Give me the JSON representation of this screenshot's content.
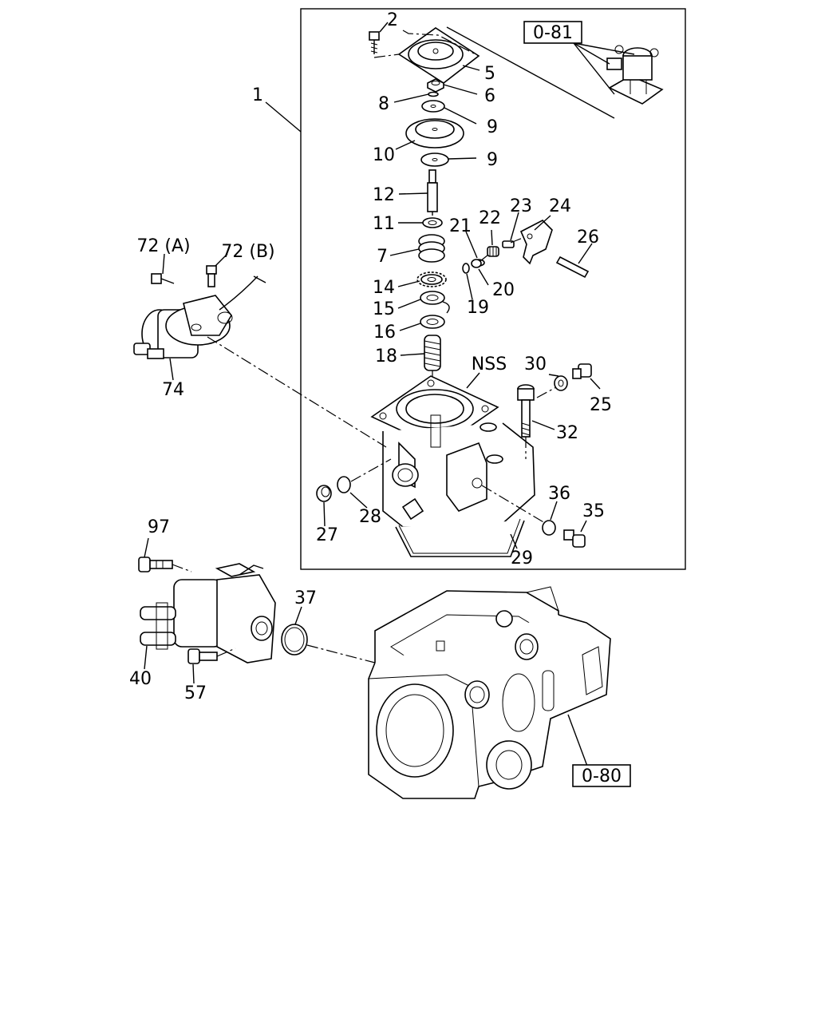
{
  "diagram": {
    "callouts": [
      {
        "id": "c1",
        "label": "1"
      },
      {
        "id": "c2",
        "label": "2"
      },
      {
        "id": "c5",
        "label": "5"
      },
      {
        "id": "c6",
        "label": "6"
      },
      {
        "id": "c8",
        "label": "8"
      },
      {
        "id": "c9a",
        "label": "9"
      },
      {
        "id": "c10",
        "label": "10"
      },
      {
        "id": "c9b",
        "label": "9"
      },
      {
        "id": "c12",
        "label": "12"
      },
      {
        "id": "c11",
        "label": "11"
      },
      {
        "id": "c7",
        "label": "7"
      },
      {
        "id": "c14",
        "label": "14"
      },
      {
        "id": "c15",
        "label": "15"
      },
      {
        "id": "c16",
        "label": "16"
      },
      {
        "id": "c18",
        "label": "18"
      },
      {
        "id": "c21",
        "label": "21"
      },
      {
        "id": "c22",
        "label": "22"
      },
      {
        "id": "c23",
        "label": "23"
      },
      {
        "id": "c24",
        "label": "24"
      },
      {
        "id": "c26",
        "label": "26"
      },
      {
        "id": "c20",
        "label": "20"
      },
      {
        "id": "c19",
        "label": "19"
      },
      {
        "id": "cNSS",
        "label": "NSS"
      },
      {
        "id": "c30",
        "label": "30"
      },
      {
        "id": "c25",
        "label": "25"
      },
      {
        "id": "c32",
        "label": "32"
      },
      {
        "id": "c36",
        "label": "36"
      },
      {
        "id": "c35",
        "label": "35"
      },
      {
        "id": "c28",
        "label": "28"
      },
      {
        "id": "c27",
        "label": "27"
      },
      {
        "id": "c29",
        "label": "29"
      },
      {
        "id": "c72a",
        "label": "72 (A)"
      },
      {
        "id": "c72b",
        "label": "72 (B)"
      },
      {
        "id": "c74",
        "label": "74"
      },
      {
        "id": "c97",
        "label": "97"
      },
      {
        "id": "c37",
        "label": "37"
      },
      {
        "id": "c40",
        "label": "40"
      },
      {
        "id": "c57",
        "label": "57"
      }
    ],
    "references": [
      {
        "id": "ref081",
        "label": "0-81"
      },
      {
        "id": "ref080",
        "label": "0-80"
      }
    ]
  }
}
